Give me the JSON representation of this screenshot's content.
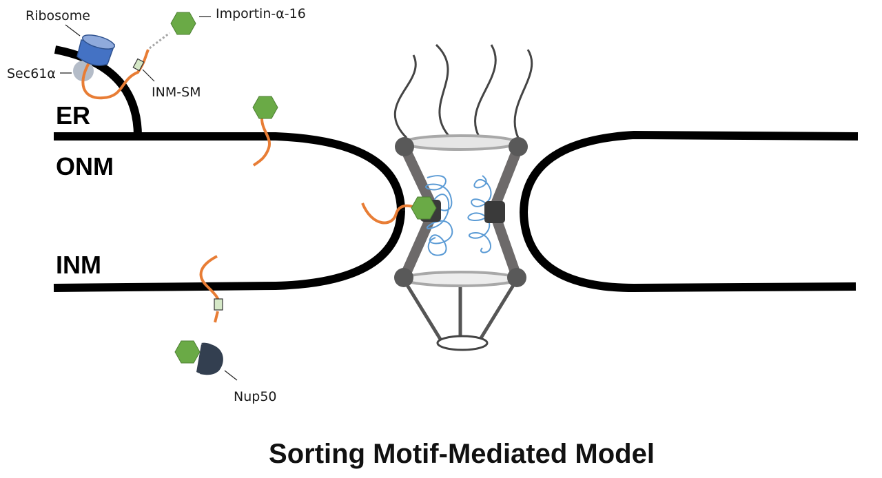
{
  "labels": {
    "ribosome": "Ribosome",
    "importin": "Importin-α-16",
    "sec61": "Sec61α",
    "inm_sm": "INM-SM",
    "er": "ER",
    "onm": "ONM",
    "inm": "INM",
    "nup50": "Nup50"
  },
  "title": "Sorting Motif-Mediated Model",
  "colors": {
    "membrane": "#000000",
    "importin_green": "#6aaa46",
    "chain_orange": "#e87d35",
    "ribosome_blue": "#4472c4",
    "sec61_grey": "#b4bcc8",
    "nup50_navy": "#333f50",
    "fg_repeat_blue": "#5b9bd5",
    "scaffold_grey": "#6d6a6a",
    "motif_fill": "#d5e8c7"
  }
}
